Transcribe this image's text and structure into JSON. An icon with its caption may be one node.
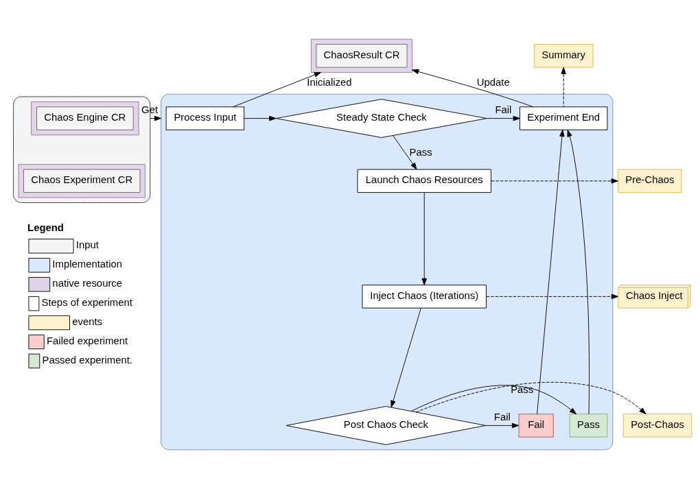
{
  "diagram": {
    "nodes": [
      {
        "text": [],
        "shape": "box"
      },
      {
        "text": [],
        "shape": "box",
        "in": 0
      },
      {
        "text": [
          "Chaos Engine CR"
        ],
        "in": 1
      },
      {
        "text": [],
        "shape": "box",
        "in": 0
      },
      {
        "text": [
          "Chaos Experiment CR"
        ],
        "in": 3
      },
      {
        "text": [],
        "shape": "box"
      },
      {
        "text": [
          "ChaosResult CR"
        ],
        "in": 5
      },
      {
        "text": [
          "Summary"
        ]
      },
      {
        "text": [],
        "shape": "box"
      },
      {
        "text": [
          "Process Input"
        ],
        "in": 8
      },
      {
        "text": [
          "Steady State Check"
        ],
        "in": 8
      },
      {
        "text": [
          "Experiment End"
        ],
        "in": 8
      },
      {
        "text": [
          "Launch Chaos Resources"
        ],
        "in": 8
      },
      {
        "text": [
          "Inject Chaos (Iterations)"
        ],
        "in": 8
      },
      {
        "text": [
          "Post Chaos Check"
        ],
        "in": 8
      },
      {
        "text": [
          "Pass"
        ],
        "in": 8
      },
      {
        "text": [
          "Fail"
        ],
        "in": 8
      },
      {
        "text": [
          "Pre-Chaos"
        ]
      },
      {
        "text": [
          "Chaos Inject"
        ]
      },
      {
        "text": [
          "Post-Chaos"
        ]
      }
    ],
    "edges": [
      {
        "from": 0,
        "to": 8,
        "arrow": "to",
        "label": "Get"
      },
      {
        "from": 9,
        "to": 5,
        "arrow": "to",
        "label": "Inicialized"
      },
      {
        "from": 9,
        "to": 10,
        "arrow": "to"
      },
      {
        "from": 10,
        "to": 11,
        "arrow": "to",
        "label": "Fail"
      },
      {
        "from": 11,
        "to": 5,
        "arrow": "to",
        "label": "Update"
      },
      {
        "from": 11,
        "to": 7,
        "arrow": "to",
        "style": "dashed"
      },
      {
        "from": 10,
        "to": 12,
        "arrow": "to",
        "label": "Pass"
      },
      {
        "from": 12,
        "to": 17,
        "arrow": "to",
        "style": "dashed"
      },
      {
        "from": 12,
        "to": 13,
        "arrow": "to"
      },
      {
        "from": 13,
        "to": 18,
        "arrow": "to",
        "style": "dashed"
      },
      {
        "from": 13,
        "to": 14,
        "arrow": "to"
      },
      {
        "from": 14,
        "to": 19,
        "arrow": "to",
        "style": "dashed"
      },
      {
        "from": 14,
        "to": 15,
        "arrow": "to",
        "label": "Pass"
      },
      {
        "from": 14,
        "to": 16,
        "arrow": "to",
        "label": "Fail"
      },
      {
        "from": 15,
        "to": 11,
        "arrow": "to"
      },
      {
        "from": 16,
        "to": 11,
        "arrow": "to"
      }
    ],
    "labels": [
      "Legend"
    ],
    "legend": [
      {
        "text": "Input",
        "color": "#f5f5f5"
      },
      {
        "text": "Implementation",
        "color": "#dae8fc"
      },
      {
        "text": "native resource",
        "color": "#e1d5e7"
      },
      {
        "text": "Steps of experiment",
        "color": "#ffffff"
      },
      {
        "text": "events",
        "color": "#fff2cc"
      },
      {
        "text": "Failed experiment",
        "color": "#f8cecc"
      },
      {
        "text": "Passed experiment.",
        "color": "#d5e8d4"
      }
    ]
  }
}
